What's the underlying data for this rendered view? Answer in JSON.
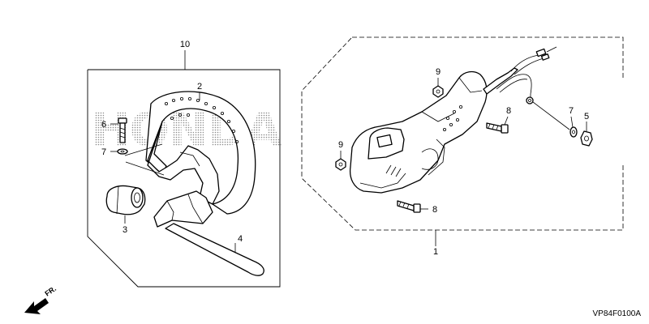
{
  "watermark": "HONDA",
  "diagram_code": "VP84F0100A",
  "direction_label": "FR.",
  "callouts": {
    "c1": "1",
    "c2": "2",
    "c3": "3",
    "c4": "4",
    "c5": "5",
    "c6": "6",
    "c7a": "7",
    "c7b": "7",
    "c8a": "8",
    "c8b": "8",
    "c9a": "9",
    "c9b": "9",
    "c10": "10"
  }
}
